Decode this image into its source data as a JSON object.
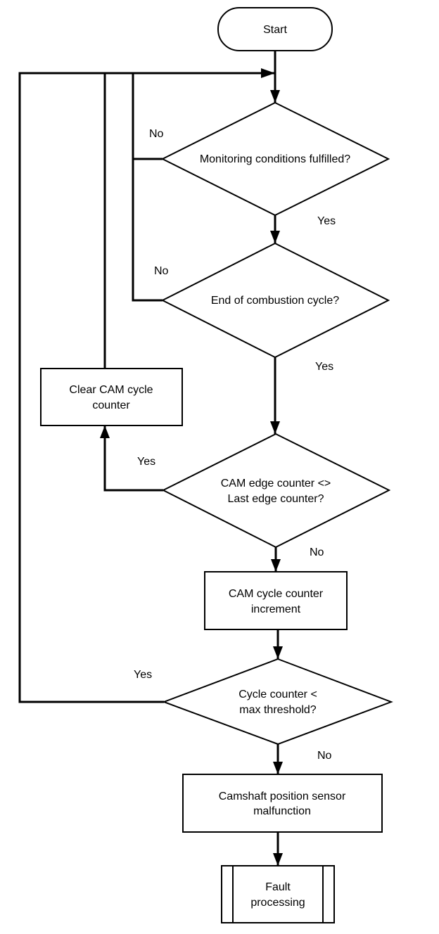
{
  "nodes": {
    "start": {
      "lines": [
        "Start"
      ]
    },
    "monitoring": {
      "lines": [
        "Monitoring conditions fulfilled?"
      ]
    },
    "end_cycle": {
      "lines": [
        "End of combustion cycle?"
      ]
    },
    "clear_cam": {
      "lines": [
        "Clear CAM cycle",
        "counter"
      ]
    },
    "cam_edge": {
      "lines": [
        "CAM edge counter <>",
        "Last edge counter?"
      ]
    },
    "cam_increment": {
      "lines": [
        "CAM cycle counter",
        "increment"
      ]
    },
    "cycle_thresh": {
      "lines": [
        "Cycle counter <",
        "max threshold?"
      ]
    },
    "malfunction": {
      "lines": [
        "Camshaft position sensor",
        "malfunction"
      ]
    },
    "fault": {
      "lines": [
        "Fault",
        "processing"
      ]
    }
  },
  "edges": {
    "monitoring_no": "No",
    "monitoring_yes": "Yes",
    "end_cycle_no": "No",
    "end_cycle_yes": "Yes",
    "cam_edge_yes": "Yes",
    "cam_edge_no": "No",
    "cycle_thresh_yes": "Yes",
    "cycle_thresh_no": "No"
  }
}
